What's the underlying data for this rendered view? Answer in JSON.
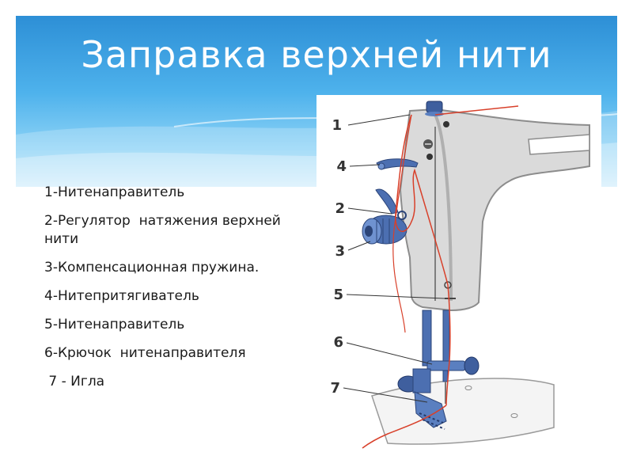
{
  "slide": {
    "title": "Заправка верхней нити"
  },
  "parts_list": [
    "1-Нитенаправитель",
    "2-Регулятор  натяжения верхней нити",
    "3-Компенсационная пружина.",
    "4-Нитепритягиватель",
    "5-Нитенаправитель",
    "6-Крючок  нитенаправителя",
    " 7 - Игла"
  ],
  "figure": {
    "callouts": [
      "1",
      "4",
      "2",
      "3",
      "5",
      "6",
      "7"
    ]
  },
  "colors": {
    "header_top": "#2d8fd6",
    "header_bottom": "#c6e9fb",
    "machine_body": "#d8d8d8",
    "metal_blue": "#5a7fc0",
    "thread": "#d8402a"
  }
}
